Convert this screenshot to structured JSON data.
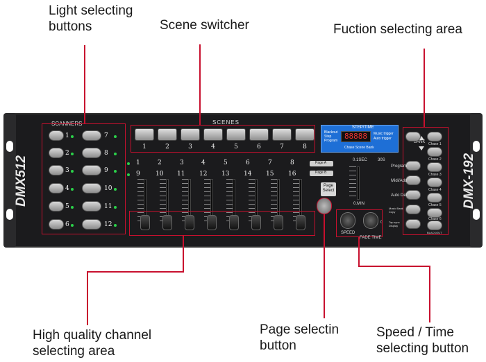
{
  "callouts": {
    "light_selecting": [
      "Light selecting",
      "buttons"
    ],
    "scene_switcher": "Scene switcher",
    "function_area": "Fuction selecting area",
    "channel_area": [
      "High quality channel",
      "selecting area"
    ],
    "page_select": [
      "Page selectin",
      "button"
    ],
    "speed_time": [
      "Speed / Time",
      "selecting button"
    ]
  },
  "device": {
    "brand_left": "DMX512",
    "brand_right": "DMX-192",
    "scanners_label": "SCANNERS",
    "scenes_label": "SCENES",
    "scanner_numbers_left": [
      "1",
      "2",
      "3",
      "4",
      "5",
      "6"
    ],
    "scanner_numbers_right": [
      "7",
      "8",
      "9",
      "10",
      "11",
      "12"
    ],
    "scene_numbers": [
      "1",
      "2",
      "3",
      "4",
      "5",
      "6",
      "7",
      "8"
    ],
    "channel_top": [
      "1",
      "2",
      "3",
      "4",
      "5",
      "6",
      "7",
      "8"
    ],
    "channel_bottom": [
      "9",
      "10",
      "11",
      "12",
      "13",
      "14",
      "15",
      "16"
    ],
    "page_a": "Page A",
    "page_b": "Page B",
    "page_select": "Page Select",
    "lcd": {
      "title": "STEP/TIME",
      "left_lines": [
        "Blackout",
        "Step",
        "Program"
      ],
      "right_lines": [
        "Music trigger",
        "Auto trigger"
      ],
      "bottom": "Chase Scene Bank",
      "display": "88888"
    },
    "speed_top": "0.1SEC",
    "speed_right": "30S",
    "speed_bottom": "0.MIN",
    "speed_zero": "0",
    "speed_label": "SPEED",
    "fade_label": "FADE TIME",
    "bank_label": "BANK",
    "function_left": [
      "Program",
      "Midi/Add",
      "Auto Del",
      "Music Bank Copy",
      "Tap sync Display"
    ],
    "function_right": [
      "Chase 1",
      "Chase 2",
      "Chase 3",
      "Chase 4",
      "Chase 5",
      "Chase 6",
      "BLACKOUT"
    ]
  }
}
